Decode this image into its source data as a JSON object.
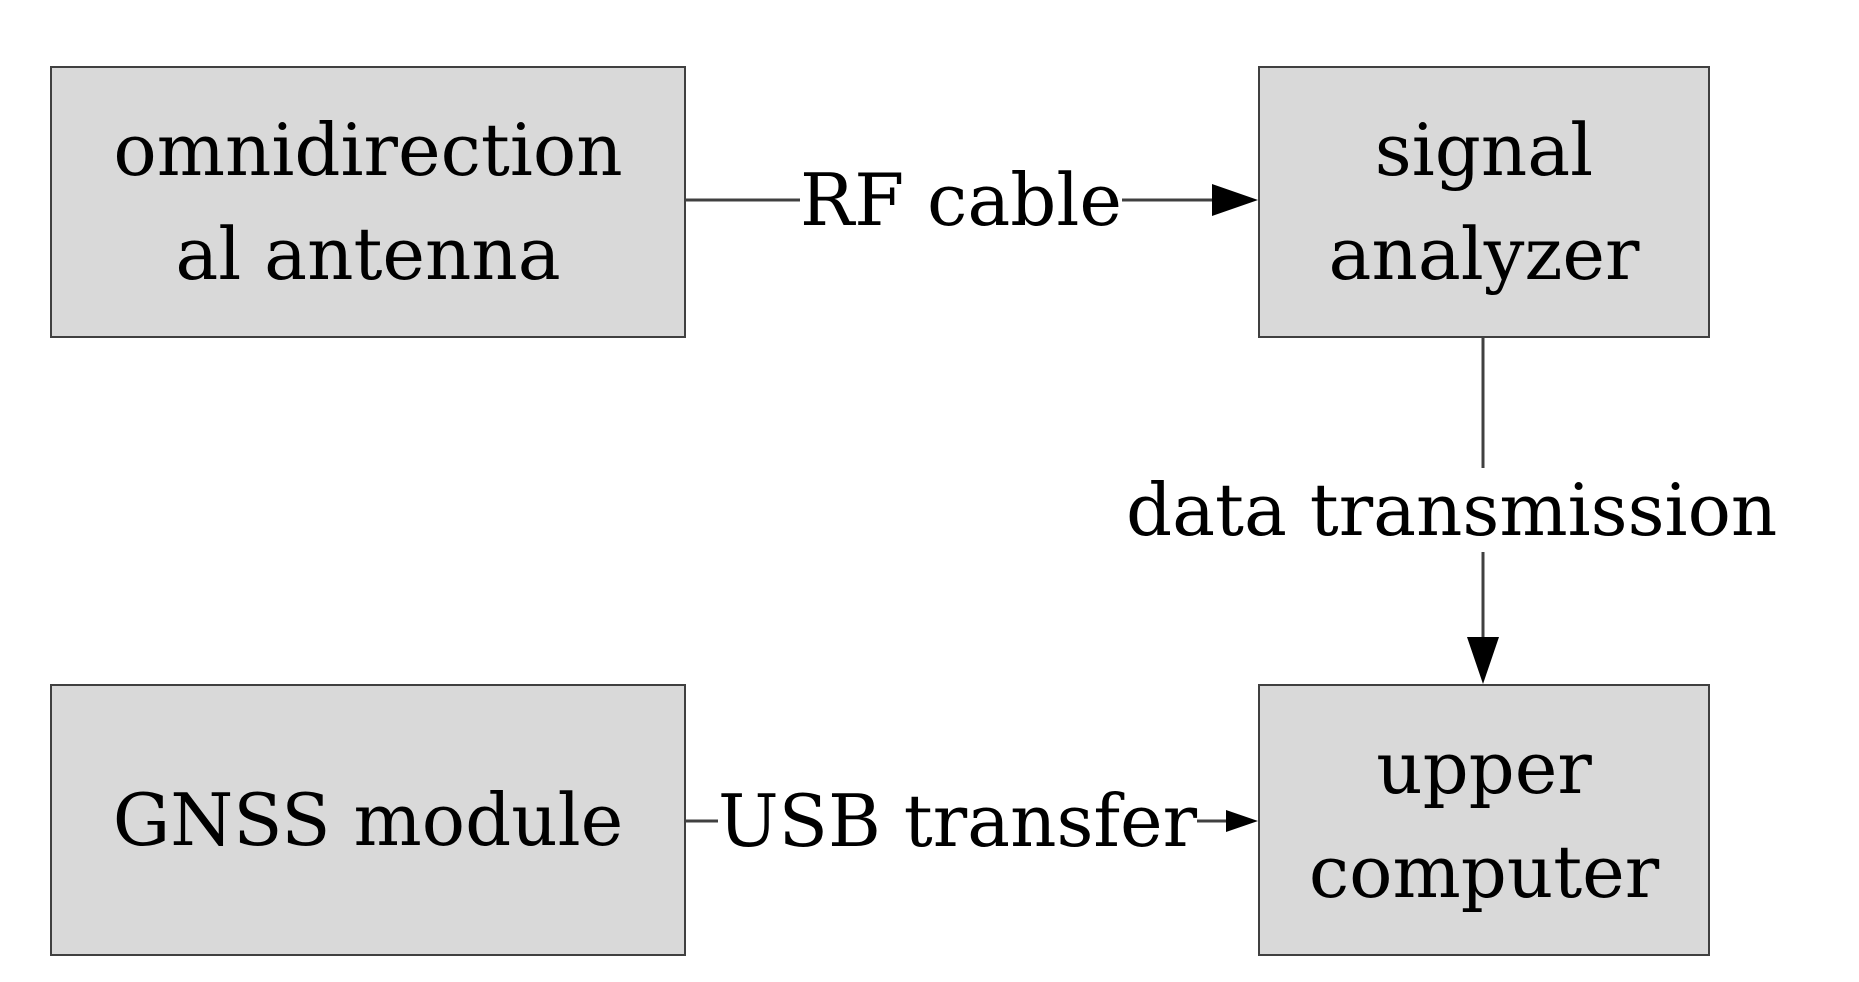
{
  "nodes": {
    "antenna": {
      "line1": "omnidirection",
      "line2": "al antenna"
    },
    "analyzer": {
      "line1": "signal",
      "line2": "analyzer"
    },
    "gnss": {
      "line1": "GNSS module"
    },
    "computer": {
      "line1": "upper",
      "line2": "computer"
    }
  },
  "edges": {
    "rf_cable": "RF cable",
    "data_transmission": "data transmission",
    "usb_transfer": "USB transfer"
  },
  "colors": {
    "box_fill": "#d9d9d9",
    "box_border": "#404040",
    "line": "#404040",
    "arrow": "#000000"
  }
}
